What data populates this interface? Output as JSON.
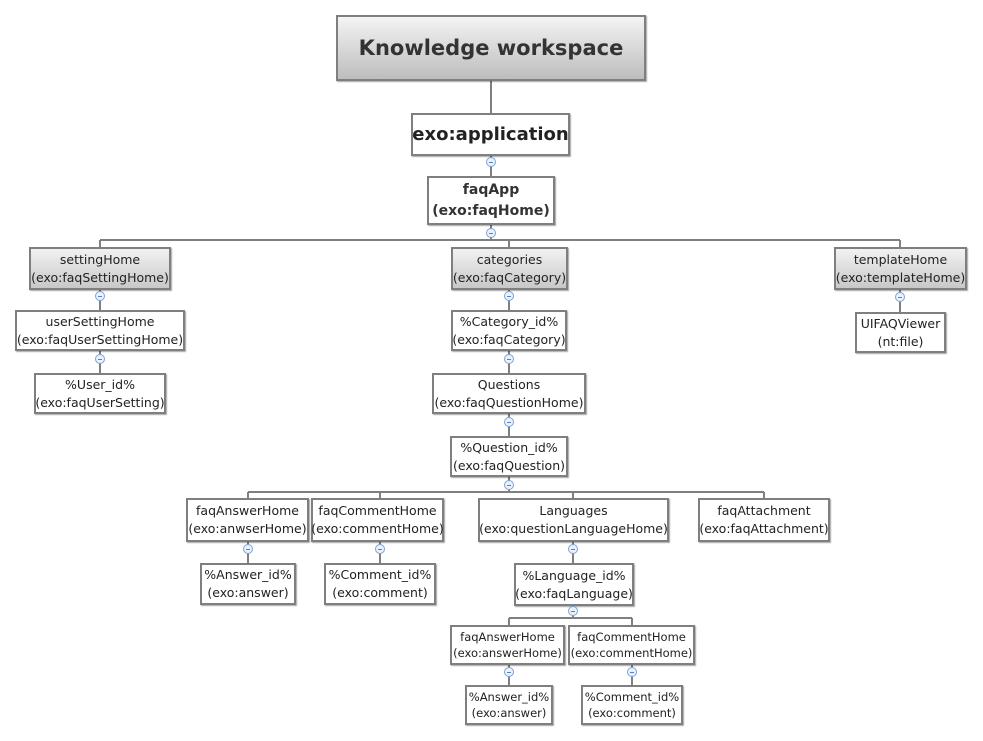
{
  "diagram": {
    "root": {
      "label": "Knowledge workspace"
    },
    "application": {
      "label": "exo:application"
    },
    "faqApp": {
      "name": "faqApp",
      "type": "(exo:faqHome)"
    },
    "settingHome": {
      "name": "settingHome",
      "type": "(exo:faqSettingHome)"
    },
    "userSettingHome": {
      "name": "userSettingHome",
      "type": "(exo:faqUserSettingHome)"
    },
    "userId": {
      "name": "%User_id%",
      "type": "(exo:faqUserSetting)"
    },
    "categories": {
      "name": "categories",
      "type": "(exo:faqCategory)"
    },
    "categoryId": {
      "name": "%Category_id%",
      "type": "(exo:faqCategory)"
    },
    "questions": {
      "name": "Questions",
      "type": "(exo:faqQuestionHome)"
    },
    "questionId": {
      "name": "%Question_id%",
      "type": "(exo:faqQuestion)"
    },
    "faqAnswerHome": {
      "name": "faqAnswerHome",
      "type": "(exo:anwserHome)"
    },
    "answerId": {
      "name": "%Answer_id%",
      "type": "(exo:answer)"
    },
    "faqCommentHome": {
      "name": "faqCommentHome",
      "type": "(exo:commentHome)"
    },
    "commentId": {
      "name": "%Comment_id%",
      "type": "(exo:comment)"
    },
    "languages": {
      "name": "Languages",
      "type": "(exo:questionLanguageHome)"
    },
    "languageId": {
      "name": "%Language_id%",
      "type": "(exo:faqLanguage)"
    },
    "langAnswerHome": {
      "name": "faqAnswerHome",
      "type": "(exo:answerHome)"
    },
    "langAnswerId": {
      "name": "%Answer_id%",
      "type": "(exo:answer)"
    },
    "langCommentHome": {
      "name": "faqCommentHome",
      "type": "(exo:commentHome)"
    },
    "langCommentId": {
      "name": "%Comment_id%",
      "type": "(exo:comment)"
    },
    "faqAttachment": {
      "name": "faqAttachment",
      "type": "(exo:faqAttachment)"
    },
    "templateHome": {
      "name": "templateHome",
      "type": "(exo:templateHome)"
    },
    "uifaqViewer": {
      "name": "UIFAQViewer",
      "type": "(nt:file)"
    }
  },
  "colors": {
    "connector": "#7f7f7f",
    "nodeBorder": "#7f7f7f",
    "collapseToggle": "#7ea2d8"
  }
}
